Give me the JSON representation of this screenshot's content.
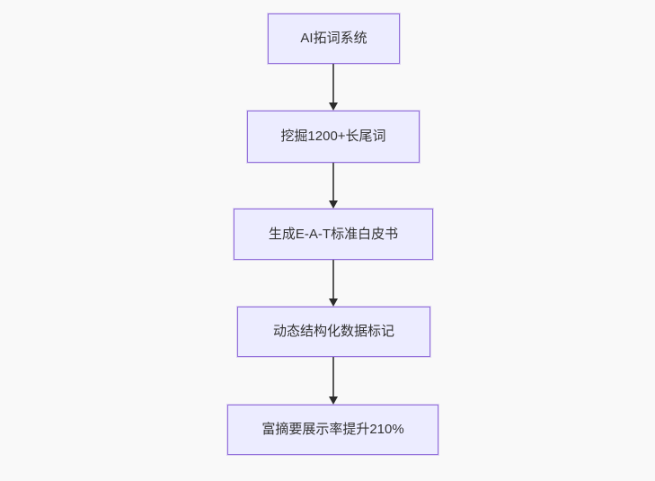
{
  "diagram": {
    "type": "flowchart",
    "direction": "top-down",
    "nodes": [
      {
        "id": "n1",
        "label": "AI拓词系统"
      },
      {
        "id": "n2",
        "label": "挖掘1200+长尾词"
      },
      {
        "id": "n3",
        "label": "生成E-A-T标准白皮书"
      },
      {
        "id": "n4",
        "label": "动态结构化数据标记"
      },
      {
        "id": "n5",
        "label": "富摘要展示率提升210%"
      }
    ],
    "edges": [
      {
        "from": "AI拓词系统",
        "to": "挖掘1200+长尾词"
      },
      {
        "from": "挖掘1200+长尾词",
        "to": "生成E-A-T标准白皮书"
      },
      {
        "from": "生成E-A-T标准白皮书",
        "to": "动态结构化数据标记"
      },
      {
        "from": "动态结构化数据标记",
        "to": "富摘要展示率提升210%"
      }
    ],
    "colors": {
      "background": "#f9f9f9",
      "node_fill": "#ececff",
      "node_border": "#9370db",
      "text": "#333333",
      "arrow_line": "#5a5a5a",
      "arrow_head": "#2b2b2b"
    }
  }
}
